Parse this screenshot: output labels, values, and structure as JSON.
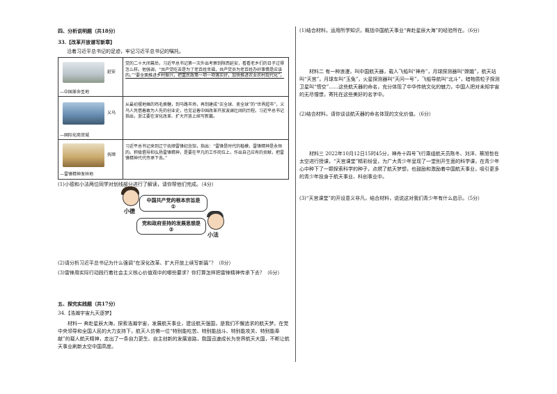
{
  "left": {
    "section4_title": "四、分析说明题（共18分）",
    "q33_title": "33.【改革开放谱写新章】",
    "q33_intro": "沿着习近平总书记的足迹，牢记习近平总书记的嘱托。",
    "table": [
      {
        "place": "延安",
        "caption": "—中国革命圣地",
        "text_plain": "党的二十大闭幕后，习近平总书记第一次外出考察到陕西延安，看看老乡们的日子过得怎么样。他强调，",
        "text_underline": "“共产党吃苦是为了老百姓幸福，共产党员为老百姓办好事情是应该的。”“要全面推进乡村振兴，把富民政策一项一项落实好，加快推进农业农村现代化”。"
      },
      {
        "place": "义乌",
        "caption": "—国际化商贸城",
        "text_plain": "从最初摆地摊的鸡毛换糖，到马路市场，再到建成“买全球、卖全球”的“世界超市”，义乌人凭借着敢为人先的创业史，也见证着中国改革开放波澜壮阔的历程。习近平总书记指出，浙江要在深化改革、扩大开放上续写新篇。",
        "text_underline": ""
      },
      {
        "place": "抚顺",
        "caption": "—雷锋精神发祥地",
        "text_plain": "习近平总书记来到辽宁抚顺雷锋纪念馆，指出：“雷锋是时代的楷模，雷锋精神是永恒的。积极倡导和弘扬雷锋精神，是要在平凡的工作岗位上，作出自己应有的贡献，把雷锋精神代代传承下去。”",
        "text_underline": ""
      }
    ],
    "q33_1": "(1)小德和小法两位同学对划线部分进行了解读，请你帮他们完成。（4分）",
    "bubble1": "中国共产党的根本宗旨是",
    "bubble1_blank": "①",
    "bubble2": "党和政府坚持的发展思想是",
    "bubble2_blank": "②",
    "name_girl": "小德",
    "name_boy": "小法",
    "q33_2": "(2)请分析习近平总书记为什么强调“在深化改革、扩大开放上续写新篇”？（8分）",
    "q33_3": "(3)雷锋用实际行动践行着社会主义核心价值观中的哪些要求？你打算怎样把雷锋精神传承下去？（6分）",
    "section5_title": "五、探究实践题（共17分）",
    "q34_title": "34.【浩瀚宇宙九天逐梦】",
    "material1": "材料一 奔赴星辰大海，探索浩瀚宇宙，发展航天事业，建设航天强国，是我们不懈追求的航天梦。在党中央领导和全国人民的大力支持下，航天人仿佛一位“特别能吃苦、特别能战斗、特别能攻关、特别能奉献”的载人航天精神，走出了一条自力更生、自主创新的发展道路，我国迅速成长为世界航天大国，不断让航天事业刷新太空中国高度。"
  },
  "right": {
    "q34_1": "(1)结合材料，运用所学知识，概括中国航天事业“奔赴星辰大海”的经验所在。（6分）",
    "material2": "材料二 有一种浪漫，叫中国航天器，载人飞船叫“神舟”，月球探测器叫“嫦娥”，航天站叫“天宫”，月球车叫“玉兔”，火星探测器叫“天问一号”，飞船导航叫“北斗”，暗物质粒子探测卫星叫“悟空”……这些航天器的命名，充分体现了中华传统文化的魅力，中国人把对未知宇宙的无尽憧憬，寄托在这些美好的名字中。",
    "q34_2": "(2)结合材料，请你谈谈航天器的命名体现的文化价值。（6分）",
    "material3": "材料三 2022年10月12日15时45分，神舟十四号飞行乘组航天员陈冬、刘洋、蔡旭哲在太空进行授课，“天宫课堂”精彩纷呈，为广大青少年呈现了一堂别开生面的科学课，在青少年心中种下了一颗探索科学的种子，点燃了航天梦想，也鼓励和激励着中国航天事业，吸引更多的青少年投身于航天事业、科创事业中。",
    "q34_3": "(3)“天宫课堂”的开设意义非凡，结合材料，说说这对我们青少年有什么启示。（5分）"
  },
  "colors": {
    "pic_yanan": "#b9c3c9",
    "pic_yiwu": "#6a8fb3",
    "pic_fushun": "#c9a86a"
  }
}
